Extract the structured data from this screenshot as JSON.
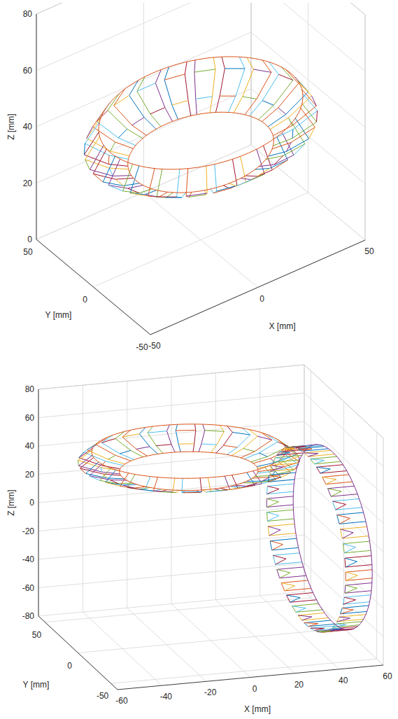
{
  "diagram": {
    "labels": [
      "80",
      "60",
      "40",
      "20",
      "0",
      "Z [mm]",
      "50",
      "0",
      "-50",
      "Y [mm]",
      "-50",
      "0",
      "50",
      "X [mm]",
      "80",
      "60",
      "40",
      "20",
      "0",
      "-20",
      "-40",
      "-60",
      "-80",
      "Z [mm]",
      "50",
      "0",
      "-50",
      "Y [mm]",
      "-60",
      "-40",
      "-20",
      "0",
      "20",
      "40",
      "60",
      "X [mm]"
    ]
  }
}
